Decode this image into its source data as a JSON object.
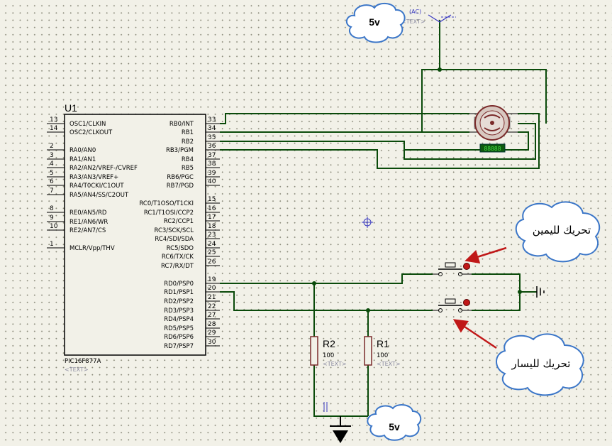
{
  "microcontroller": {
    "ref": "U1",
    "part": "PIC16F877A",
    "text_placeholder": "<TEXT>",
    "left_pins": [
      {
        "num": "13",
        "label": "OSC1/CLKIN"
      },
      {
        "num": "14",
        "label": "OSC2/CLKOUT"
      },
      {
        "num": "2",
        "label": "RA0/AN0"
      },
      {
        "num": "3",
        "label": "RA1/AN1"
      },
      {
        "num": "4",
        "label": "RA2/AN2/VREF-/CVREF"
      },
      {
        "num": "5",
        "label": "RA3/AN3/VREF+"
      },
      {
        "num": "6",
        "label": "RA4/T0CKI/C1OUT"
      },
      {
        "num": "7",
        "label": "RA5/AN4/SS/C2OUT"
      },
      {
        "num": "8",
        "label": "RE0/AN5/RD"
      },
      {
        "num": "9",
        "label": "RE1/AN6/WR"
      },
      {
        "num": "10",
        "label": "RE2/AN7/CS"
      },
      {
        "num": "1",
        "label": "MCLR/Vpp/THV"
      }
    ],
    "right_pins": [
      {
        "num": "33",
        "label": "RB0/INT"
      },
      {
        "num": "34",
        "label": "RB1"
      },
      {
        "num": "35",
        "label": "RB2"
      },
      {
        "num": "36",
        "label": "RB3/PGM"
      },
      {
        "num": "37",
        "label": "RB4"
      },
      {
        "num": "38",
        "label": "RB5"
      },
      {
        "num": "39",
        "label": "RB6/PGC"
      },
      {
        "num": "40",
        "label": "RB7/PGD"
      },
      {
        "num": "15",
        "label": "RC0/T1OSO/T1CKI"
      },
      {
        "num": "16",
        "label": "RC1/T1OSI/CCP2"
      },
      {
        "num": "17",
        "label": "RC2/CCP1"
      },
      {
        "num": "18",
        "label": "RC3/SCK/SCL"
      },
      {
        "num": "23",
        "label": "RC4/SDI/SDA"
      },
      {
        "num": "24",
        "label": "RC5/SDO"
      },
      {
        "num": "25",
        "label": "RC6/TX/CK"
      },
      {
        "num": "26",
        "label": "RC7/RX/DT"
      },
      {
        "num": "19",
        "label": "RD0/PSP0"
      },
      {
        "num": "20",
        "label": "RD1/PSP1"
      },
      {
        "num": "21",
        "label": "RD2/PSP2"
      },
      {
        "num": "22",
        "label": "RD3/PSP3"
      },
      {
        "num": "27",
        "label": "RD4/PSP4"
      },
      {
        "num": "28",
        "label": "RD5/PSP5"
      },
      {
        "num": "29",
        "label": "RD6/PSP6"
      },
      {
        "num": "30",
        "label": "RD7/PSP7"
      }
    ]
  },
  "resistors": [
    {
      "ref": "R2",
      "value": "100",
      "text": "<TEXT>"
    },
    {
      "ref": "R1",
      "value": "100",
      "text": "<TEXT>"
    }
  ],
  "power_top": {
    "label": "(AC)",
    "text": "<TEXT>"
  },
  "motor": {
    "counter": "88888"
  },
  "clouds": {
    "top_5v": "5v",
    "bottom_5v": "5v",
    "right_label": "تحريك لليمين",
    "left_label": "تحريك لليسار"
  }
}
